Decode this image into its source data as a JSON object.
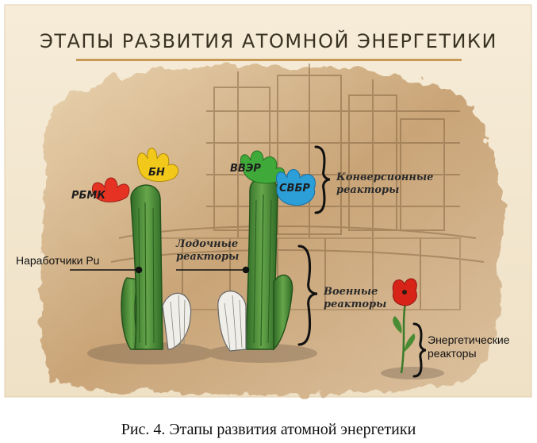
{
  "title": "ЭТАПЫ РАЗВИТИЯ АТОМНОЙ ЭНЕРГЕТИКИ",
  "labels": {
    "rbmk": "РБМК",
    "bn": "БН",
    "vver": "ВВЭР",
    "svbr": "СВБР",
    "conversion": [
      "Конверсионные",
      "реакторы"
    ],
    "naval": [
      "Лодочные",
      "реакторы"
    ],
    "producers": "Наработчики Pu",
    "military": [
      "Военные",
      "реакторы"
    ],
    "energy": [
      "Энергетические",
      "реакторы"
    ]
  },
  "caption": "Рис. 4. Этапы развития атомной энергетики",
  "colors": {
    "cactus_green": "#4f8a3a",
    "rbmk_flower": "#e63223",
    "bn_flower": "#f2c81b",
    "vver_flower": "#3faa3a",
    "svbr_flower": "#2c9fd8",
    "poppy": "#d82418",
    "title_underline": "#c89a57"
  },
  "icons": [
    "cactus-left",
    "cactus-right",
    "rbmk-flower",
    "bn-flower",
    "vver-flower",
    "svbr-flower",
    "poppy-flower",
    "brace"
  ]
}
